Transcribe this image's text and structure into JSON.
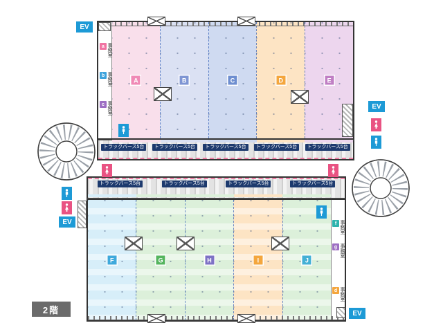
{
  "floor_badge": "2階",
  "labels": {
    "ev": "EV",
    "office": "事務室",
    "truck_berth": "トラックバース5台"
  },
  "colors": {
    "ev_blue": "#1d9ad6",
    "male_blue": "#1d9ad6",
    "female_pink": "#e95383",
    "berth_bg": "#1d3a6e",
    "floor_badge_bg": "#6b6b6b",
    "outline": "#333333"
  },
  "top_building": {
    "zones": [
      {
        "letter": "A",
        "badge_color": "#f08ab6",
        "fill": "#f9dfeb"
      },
      {
        "letter": "B",
        "badge_color": "#7e95d3",
        "fill": "#dbe1f3"
      },
      {
        "letter": "C",
        "badge_color": "#6e8ed0",
        "fill": "#cfdaf1"
      },
      {
        "letter": "D",
        "badge_color": "#f4a63d",
        "fill": "#fde4c4"
      },
      {
        "letter": "E",
        "badge_color": "#c07fc4",
        "fill": "#edd6ee"
      }
    ],
    "offices": [
      {
        "letter": "a",
        "color": "#f073a2"
      },
      {
        "letter": "b",
        "color": "#3fa3dc"
      },
      {
        "letter": "c",
        "color": "#9d6fc3"
      }
    ],
    "truck_berth_count": 5
  },
  "bottom_building": {
    "zones": [
      {
        "letter": "F",
        "badge_color": "#3fa9dc",
        "fill": "#d7eef9"
      },
      {
        "letter": "G",
        "badge_color": "#55b55e",
        "fill": "#dcf0da"
      },
      {
        "letter": "H",
        "badge_color": "#7e72c5",
        "fill": "#dcf0da"
      },
      {
        "letter": "I",
        "badge_color": "#f4a63d",
        "fill": "#fde4c4"
      },
      {
        "letter": "J",
        "badge_color": "#44b0d5",
        "fill": "#dcf0da"
      }
    ],
    "offices": [
      {
        "letter": "f",
        "color": "#2fb3ad"
      },
      {
        "letter": "g",
        "color": "#9d6fc3"
      },
      {
        "letter": "d",
        "color": "#f4a63d"
      }
    ],
    "truck_berth_count": 4
  }
}
